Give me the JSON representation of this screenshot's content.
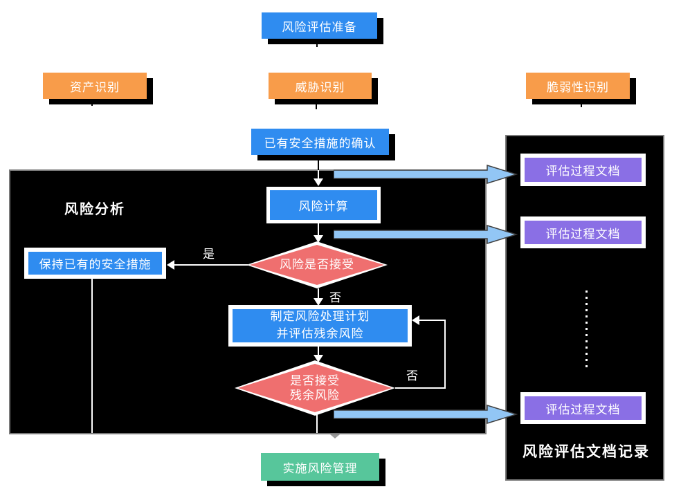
{
  "flow": {
    "prepare": "风险评估准备",
    "asset": "资产识别",
    "threat": "威胁识别",
    "vulnerability": "脆弱性识别",
    "confirm_measures": "已有安全措施的确认",
    "risk_analysis_label": "风险分析",
    "risk_calc": "风险计算",
    "risk_accept_question": "风险是否接受",
    "keep_measures": "保持已有的安全措施",
    "plan_line1": "制定风险处理计划",
    "plan_line2": "并评估残余风险",
    "residual_line1": "是否接受",
    "residual_line2": "残余风险",
    "implement": "实施风险管理",
    "label_yes": "是",
    "label_no_1": "否",
    "label_no_2": "否"
  },
  "doc_panel": {
    "title": "风险评估文档记录",
    "docs": [
      "评估过程文档",
      "评估过程文档",
      "评估过程文档"
    ]
  },
  "colors": {
    "process_blue": "#2F8CF0",
    "identify_orange": "#F89C4A",
    "decision_red": "#EF6F6F",
    "document_purple": "#8A6FE5",
    "implement_green": "#57C69B",
    "doc_arrow_blue": "#92C6F5",
    "panel_black": "#000000",
    "panel_border_gray": "#7A7A7A"
  }
}
